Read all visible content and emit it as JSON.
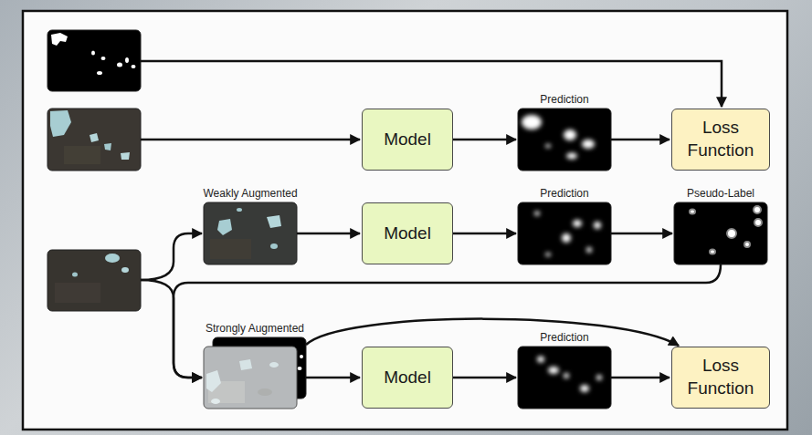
{
  "diagram": {
    "nodes": [
      {
        "text": [
          "Model"
        ]
      },
      {
        "text": [
          "Prediction"
        ]
      },
      {
        "text": [
          "Loss Function"
        ]
      },
      {
        "text": [
          "Weakly Augmented"
        ]
      },
      {
        "text": [
          "Model"
        ]
      },
      {
        "text": [
          "Prediction"
        ]
      },
      {
        "text": [
          "Pseudo-Label"
        ]
      },
      {
        "text": [
          "Strongly Augmented"
        ]
      },
      {
        "text": [
          "Model"
        ]
      },
      {
        "text": [
          "Prediction"
        ]
      },
      {
        "text": [
          "Loss Function"
        ]
      }
    ],
    "edges": [
      {
        "from": 0,
        "to": 1,
        "arrow": "to"
      },
      {
        "from": 1,
        "to": 2,
        "arrow": "to"
      },
      {
        "from": 3,
        "to": 4,
        "arrow": "to"
      },
      {
        "from": 4,
        "to": 5,
        "arrow": "to"
      },
      {
        "from": 5,
        "to": 6,
        "arrow": "to"
      },
      {
        "from": 6,
        "to": 7,
        "arrow": "to"
      },
      {
        "from": 7,
        "to": 8,
        "arrow": "to"
      },
      {
        "from": 8,
        "to": 9,
        "arrow": "to"
      },
      {
        "from": 9,
        "to": 10,
        "arrow": "to"
      },
      {
        "from": 7,
        "to": 10,
        "arrow": "to"
      }
    ]
  }
}
